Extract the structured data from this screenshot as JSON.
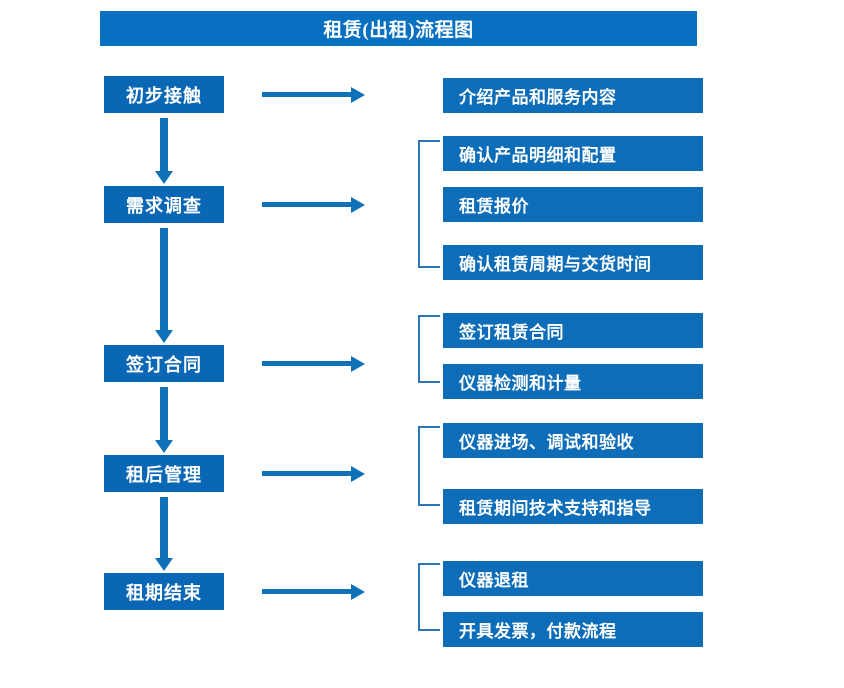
{
  "header": {
    "title": "租赁(出租)流程图",
    "bar_color": "#0770c0"
  },
  "colors": {
    "stage_box": "#0a67b5",
    "detail_box": "#0d6db8",
    "arrow": "#0f72b8",
    "bracket": "#2e75b6",
    "text": "#ffffff",
    "background": "#ffffff"
  },
  "stages": [
    {
      "label": "初步接触"
    },
    {
      "label": "需求调查"
    },
    {
      "label": "签订合同"
    },
    {
      "label": "租后管理"
    },
    {
      "label": "租期结束"
    }
  ],
  "details": [
    {
      "label": "介绍产品和服务内容"
    },
    {
      "label": "确认产品明细和配置"
    },
    {
      "label": "租赁报价"
    },
    {
      "label": "确认租赁周期与交货时间"
    },
    {
      "label": "签订租赁合同"
    },
    {
      "label": "仪器检测和计量"
    },
    {
      "label": "仪器进场、调试和验收"
    },
    {
      "label": "租赁期间技术支持和指导"
    },
    {
      "label": "仪器退租"
    },
    {
      "label": "开具发票，付款流程"
    }
  ],
  "groups": [
    {
      "stage": "初步接触",
      "details": [
        "介绍产品和服务内容"
      ],
      "bracketed": false
    },
    {
      "stage": "需求调查",
      "details": [
        "确认产品明细和配置",
        "租赁报价",
        "确认租赁周期与交货时间"
      ],
      "bracketed": true
    },
    {
      "stage": "签订合同",
      "details": [
        "签订租赁合同",
        "仪器检测和计量"
      ],
      "bracketed": true
    },
    {
      "stage": "租后管理",
      "details": [
        "仪器进场、调试和验收",
        "租赁期间技术支持和指导"
      ],
      "bracketed": true
    },
    {
      "stage": "租期结束",
      "details": [
        "仪器退租",
        "开具发票，付款流程"
      ],
      "bracketed": true
    }
  ]
}
